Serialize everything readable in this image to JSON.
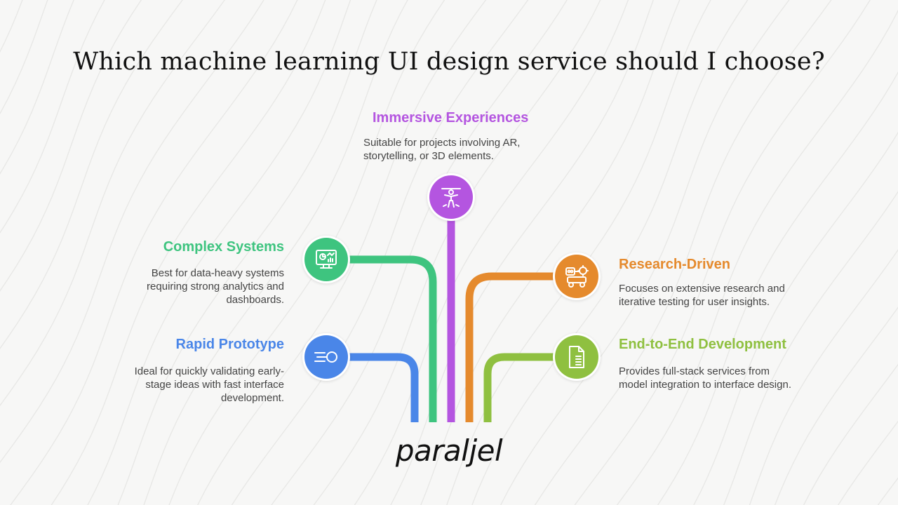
{
  "title": "Which machine learning UI design service should I choose?",
  "options": {
    "immersive": {
      "title": "Immersive Experiences",
      "description": "Suitable for projects involving AR, storytelling, or 3D elements.",
      "color": "#b455e0",
      "icon": "vr-person-icon"
    },
    "complex": {
      "title": "Complex Systems",
      "description": "Best for data-heavy systems requiring strong analytics and dashboards.",
      "color": "#3ec47f",
      "icon": "dashboard-monitor-icon"
    },
    "rapid": {
      "title": "Rapid Prototype",
      "description": "Ideal for quickly validating early-stage ideas with fast interface development.",
      "color": "#4a86e8",
      "icon": "fast-forward-icon"
    },
    "research": {
      "title": "Research-Driven",
      "description": "Focuses on extensive research and iterative testing for user insights.",
      "color": "#e58a2d",
      "icon": "research-robot-icon"
    },
    "endtoend": {
      "title": "End-to-End Development",
      "description": "Provides full-stack services from model integration to interface design.",
      "color": "#8fc040",
      "icon": "document-icon"
    }
  },
  "logo": "paraljel"
}
